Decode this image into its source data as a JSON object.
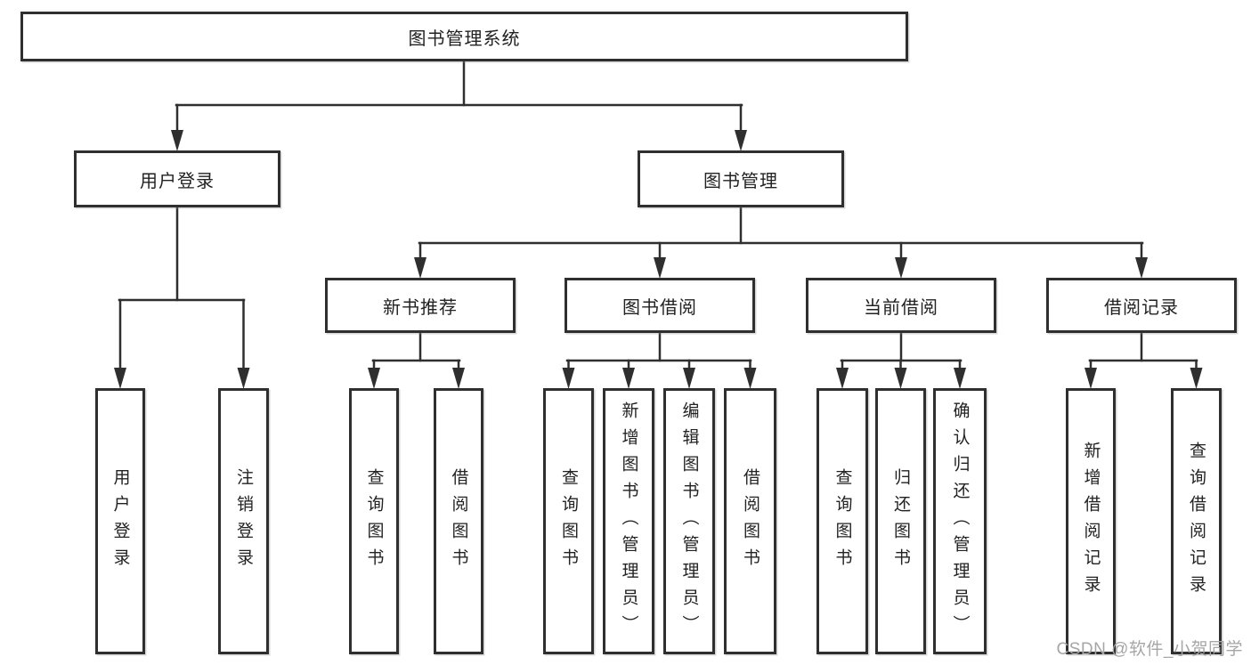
{
  "diagram_title": "图书管理系统",
  "watermark": "CSDN @软件_小贺同学",
  "colors": {
    "line": "#2f2f2f",
    "box_border": "#2f2f2f",
    "text": "#222222",
    "watermark": "#a6a6a6",
    "background": "#ffffff"
  },
  "tree": {
    "root": {
      "label": "图书管理系统"
    },
    "branches": [
      {
        "label": "用户登录",
        "children": [
          "用户登录",
          "注销登录"
        ]
      },
      {
        "label": "图书管理",
        "groups": [
          {
            "label": "新书推荐",
            "children": [
              "查询图书",
              "借阅图书"
            ]
          },
          {
            "label": "图书借阅",
            "children": [
              "查询图书",
              "新增图书（管理员）",
              "编辑图书（管理员）",
              "借阅图书"
            ]
          },
          {
            "label": "当前借阅",
            "children": [
              "查询图书",
              "归还图书",
              "确认归还（管理员）"
            ]
          },
          {
            "label": "借阅记录",
            "children": [
              "新增借阅记录",
              "查询借阅记录"
            ]
          }
        ]
      }
    ]
  }
}
